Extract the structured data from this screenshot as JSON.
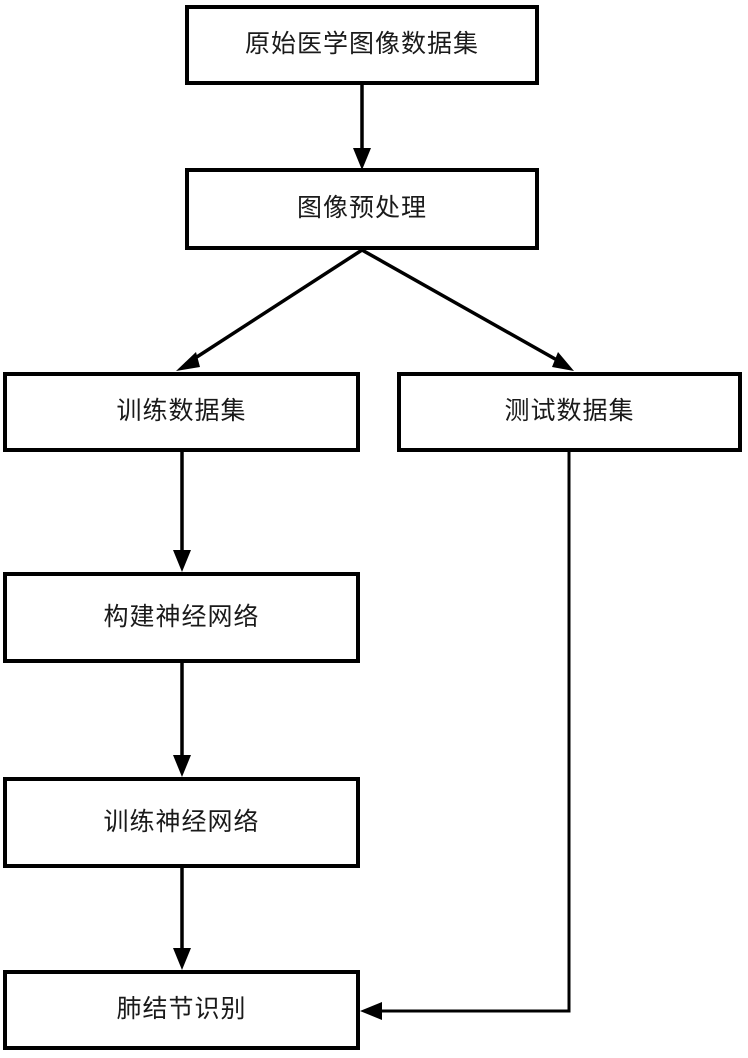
{
  "diagram": {
    "title": "",
    "type": "flowchart",
    "background_color": "#ffffff",
    "line_color": "#000000",
    "box_fill_color": "#ffffff",
    "text_color": "#1a1a1a",
    "nodes": [
      {
        "id": "n1",
        "label": "原始医学图像数据集"
      },
      {
        "id": "n2",
        "label": "图像预处理"
      },
      {
        "id": "n3",
        "label": "训练数据集"
      },
      {
        "id": "n4",
        "label": "测试数据集"
      },
      {
        "id": "n5",
        "label": "构建神经网络"
      },
      {
        "id": "n6",
        "label": "训练神经网络"
      },
      {
        "id": "n7",
        "label": "肺结节识别"
      }
    ],
    "edges": [
      {
        "from": "n1",
        "to": "n2",
        "style": "straight-down"
      },
      {
        "from": "n2",
        "to": "n3",
        "style": "diagonal-left"
      },
      {
        "from": "n2",
        "to": "n4",
        "style": "diagonal-right"
      },
      {
        "from": "n3",
        "to": "n5",
        "style": "straight-down"
      },
      {
        "from": "n5",
        "to": "n6",
        "style": "straight-down"
      },
      {
        "from": "n6",
        "to": "n7",
        "style": "straight-down"
      },
      {
        "from": "n4",
        "to": "n7",
        "style": "elbow-left"
      }
    ]
  }
}
